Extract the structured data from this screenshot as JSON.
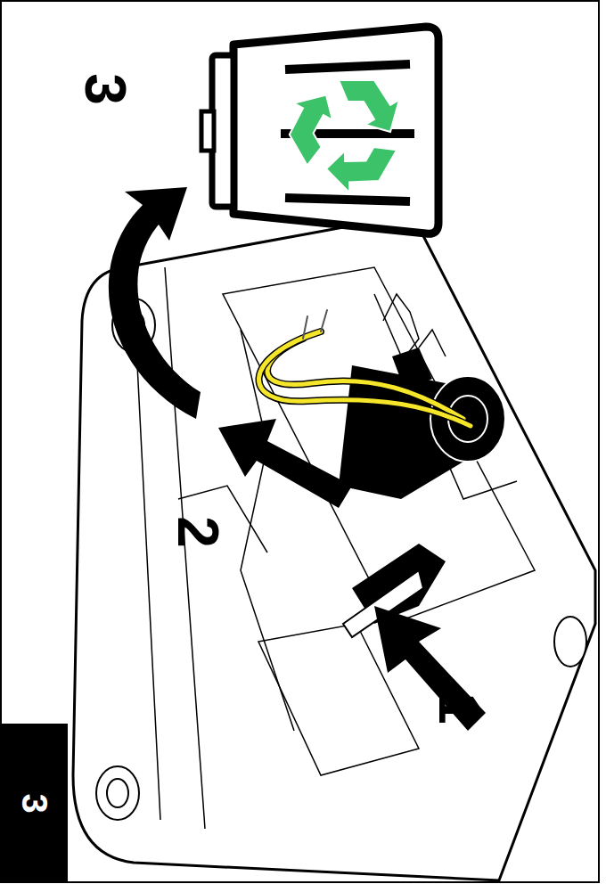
{
  "diagram": {
    "nodes": [
      {
        "text": [
          "3"
        ]
      }
    ],
    "labels": [
      "1",
      "2",
      "3"
    ]
  }
}
